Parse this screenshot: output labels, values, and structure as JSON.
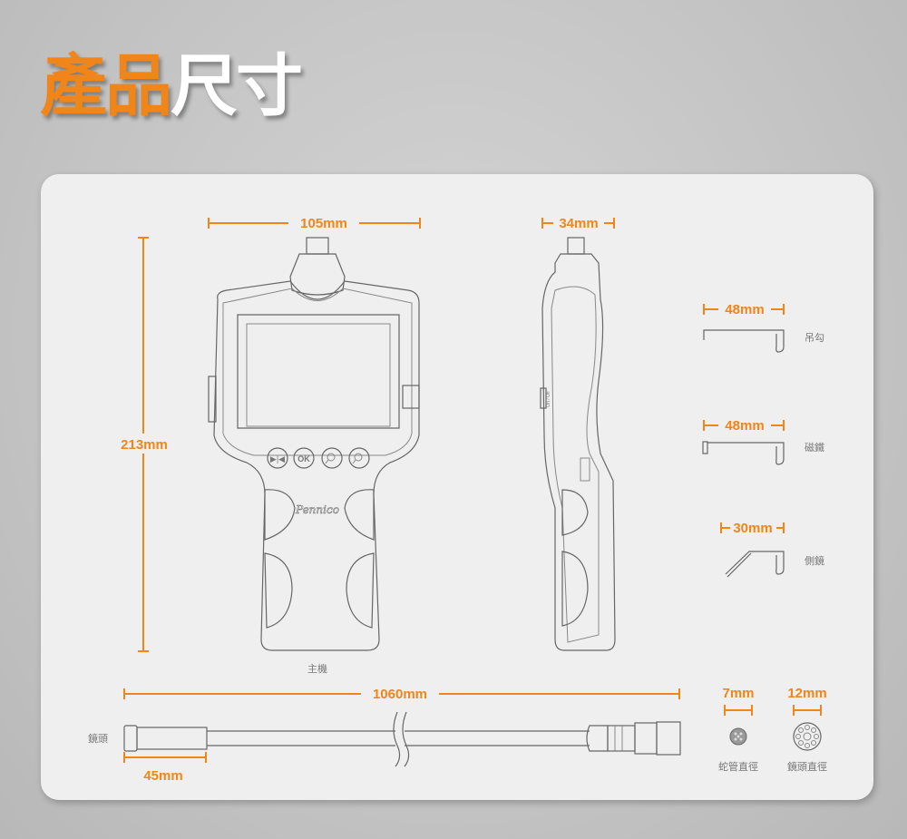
{
  "title": {
    "part1": "產品",
    "part2": "尺寸"
  },
  "colors": {
    "accent": "#f08519",
    "panel": "#efefef",
    "line": "#666666"
  },
  "main_unit": {
    "width_label": "105mm",
    "depth_label": "34mm",
    "height_label": "213mm",
    "caption": "主機",
    "buttons": [
      "▶|◀",
      "OK",
      "zoom-out",
      "zoom-in"
    ],
    "logo_text": "Pennico",
    "switch_label": "On / Off"
  },
  "accessories": [
    {
      "size": "48mm",
      "name": "吊勾"
    },
    {
      "size": "48mm",
      "name": "磁鐵"
    },
    {
      "size": "30mm",
      "name": "側鏡"
    }
  ],
  "cable": {
    "length_label": "1060mm",
    "tip_label": "45mm",
    "tip_caption": "鏡頭"
  },
  "diameters": [
    {
      "size": "7mm",
      "name": "蛇管直徑"
    },
    {
      "size": "12mm",
      "name": "鏡頭直徑"
    }
  ]
}
